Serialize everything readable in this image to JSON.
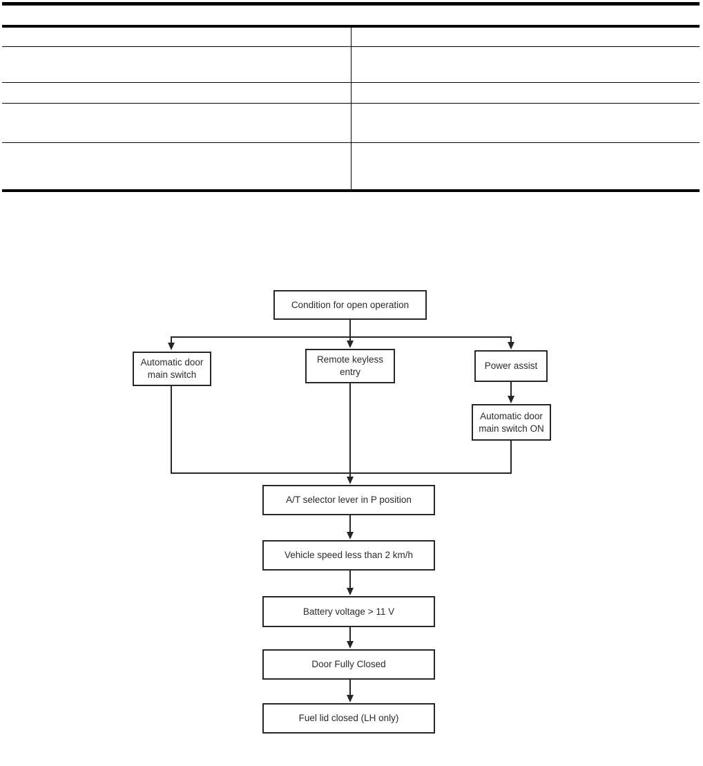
{
  "page": {
    "background_color": "#ffffff",
    "ink_color": "#262626"
  },
  "table": {
    "columns": 2,
    "rows": [
      [
        "",
        ""
      ],
      [
        "",
        ""
      ],
      [
        "",
        ""
      ],
      [
        "",
        ""
      ],
      [
        "",
        ""
      ]
    ]
  },
  "flowchart": {
    "nodes": {
      "condition": {
        "label": "Condition for open operation"
      },
      "auto_door_main_switch": {
        "label": "Automatic door\nmain switch"
      },
      "remote_keyless_entry": {
        "label": "Remote keyless\nentry"
      },
      "power_assist": {
        "label": "Power assist"
      },
      "auto_door_main_switch_on": {
        "label": "Automatic door\nmain switch ON"
      },
      "at_selector": {
        "label": "A/T selector lever in P position"
      },
      "vehicle_speed": {
        "label": "Vehicle speed less than 2 km/h"
      },
      "battery_voltage": {
        "label": "Battery voltage > 11 V"
      },
      "door_closed": {
        "label": "Door Fully Closed"
      },
      "fuel_lid": {
        "label": "Fuel lid closed (LH only)"
      }
    },
    "edges": [
      {
        "from": "condition",
        "to": "auto_door_main_switch"
      },
      {
        "from": "condition",
        "to": "remote_keyless_entry"
      },
      {
        "from": "condition",
        "to": "power_assist"
      },
      {
        "from": "power_assist",
        "to": "auto_door_main_switch_on"
      },
      {
        "from": "auto_door_main_switch",
        "to": "at_selector"
      },
      {
        "from": "remote_keyless_entry",
        "to": "at_selector"
      },
      {
        "from": "auto_door_main_switch_on",
        "to": "at_selector"
      },
      {
        "from": "at_selector",
        "to": "vehicle_speed"
      },
      {
        "from": "vehicle_speed",
        "to": "battery_voltage"
      },
      {
        "from": "battery_voltage",
        "to": "door_closed"
      },
      {
        "from": "door_closed",
        "to": "fuel_lid"
      }
    ]
  }
}
